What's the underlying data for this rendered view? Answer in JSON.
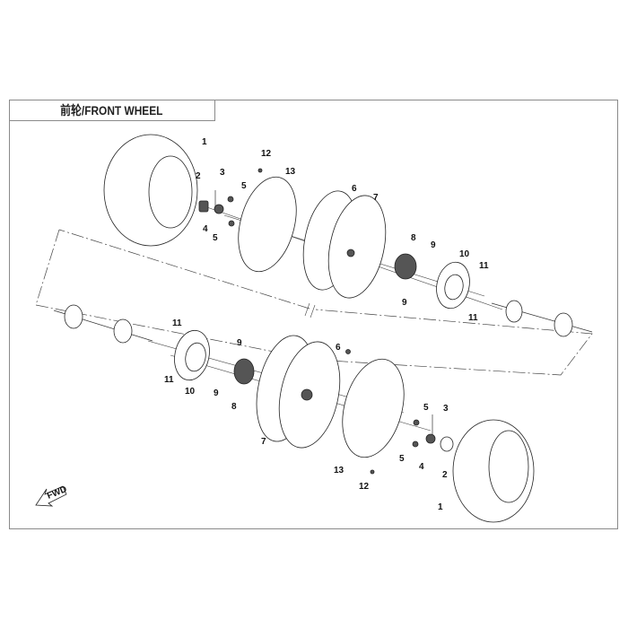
{
  "title": "前轮/FRONT WHEEL",
  "direction_indicator": "FWD",
  "callouts": [
    {
      "id": "top-tire",
      "label": "1"
    },
    {
      "id": "top-valve-cap",
      "label": "2"
    },
    {
      "id": "top-valve-stem",
      "label": "3"
    },
    {
      "id": "top-hub-nut",
      "label": "4"
    },
    {
      "id": "top-lug-nut-a",
      "label": "5"
    },
    {
      "id": "top-lug-nut-b",
      "label": "5"
    },
    {
      "id": "top-bolt",
      "label": "6"
    },
    {
      "id": "top-rim",
      "label": "7"
    },
    {
      "id": "top-hub",
      "label": "8"
    },
    {
      "id": "top-stud-a",
      "label": "9"
    },
    {
      "id": "top-stud-b",
      "label": "9"
    },
    {
      "id": "top-brake-disc",
      "label": "10"
    },
    {
      "id": "top-disc-bolt-a",
      "label": "11"
    },
    {
      "id": "top-disc-bolt-b",
      "label": "11"
    },
    {
      "id": "top-screw",
      "label": "12"
    },
    {
      "id": "top-beadlock-ring",
      "label": "13"
    },
    {
      "id": "bot-disc-bolt-a",
      "label": "11"
    },
    {
      "id": "bot-disc-bolt-b",
      "label": "11"
    },
    {
      "id": "bot-brake-disc",
      "label": "10"
    },
    {
      "id": "bot-stud-a",
      "label": "9"
    },
    {
      "id": "bot-stud-b",
      "label": "9"
    },
    {
      "id": "bot-hub",
      "label": "8"
    },
    {
      "id": "bot-bolt",
      "label": "6"
    },
    {
      "id": "bot-rim",
      "label": "7"
    },
    {
      "id": "bot-beadlock-ring",
      "label": "13"
    },
    {
      "id": "bot-screw",
      "label": "12"
    },
    {
      "id": "bot-lug-nut-a",
      "label": "5"
    },
    {
      "id": "bot-lug-nut-b",
      "label": "5"
    },
    {
      "id": "bot-valve-stem",
      "label": "3"
    },
    {
      "id": "bot-hub-nut",
      "label": "4"
    },
    {
      "id": "bot-valve-cap",
      "label": "2"
    },
    {
      "id": "bot-tire",
      "label": "1"
    }
  ]
}
